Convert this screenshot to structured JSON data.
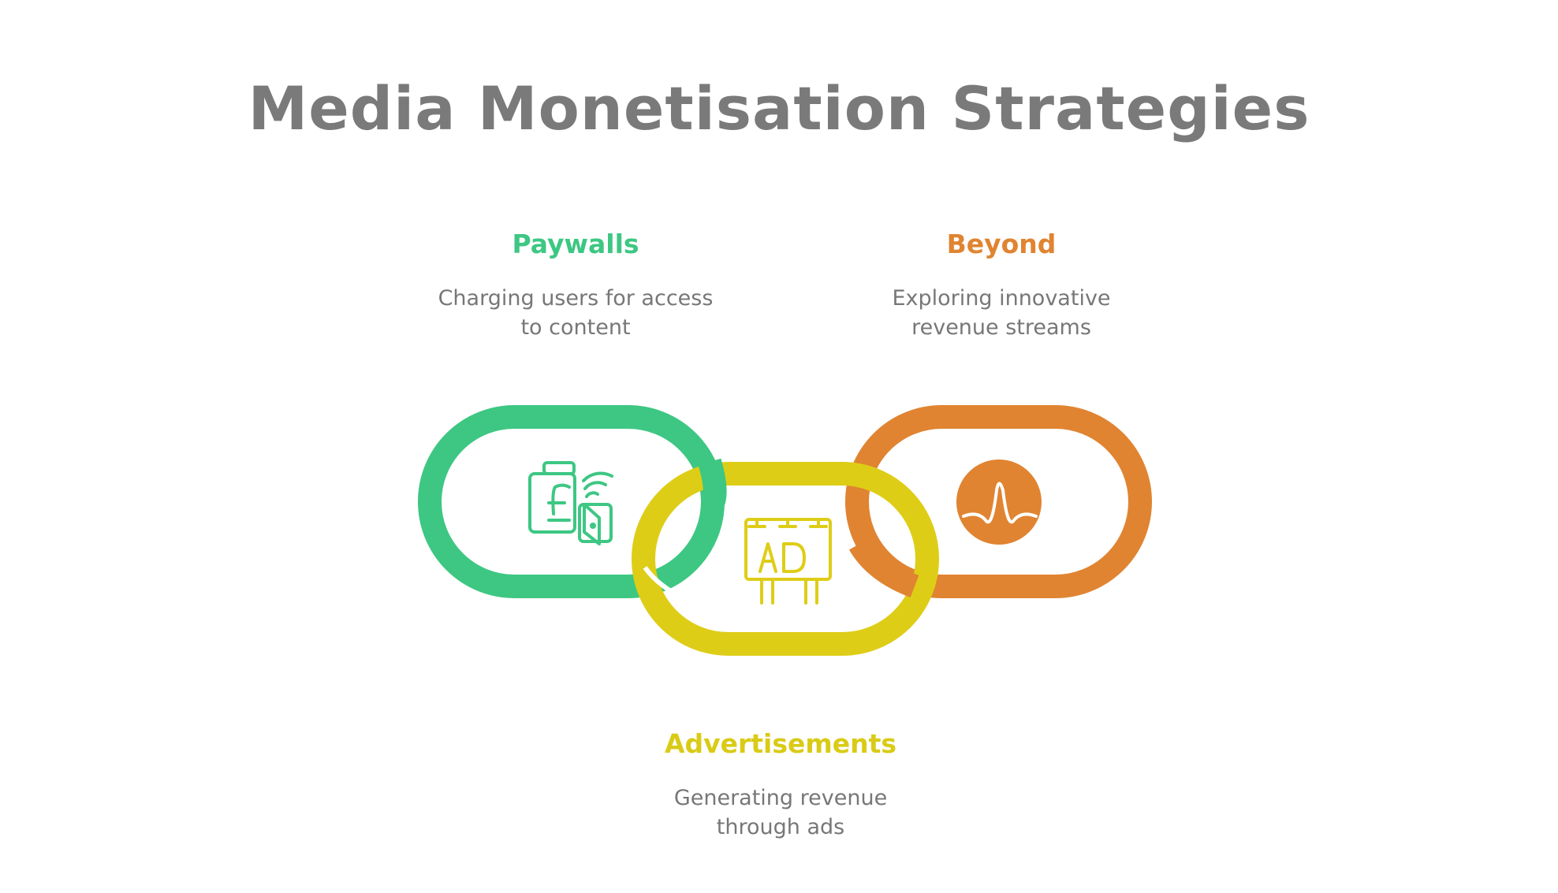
{
  "title": "Media Monetisation Strategies",
  "colors": {
    "paywalls": "#3dc783",
    "advertisements": "#decd17",
    "beyond": "#e08431",
    "text": "#777777",
    "title": "#7a7a7a"
  },
  "items": [
    {
      "id": "paywalls",
      "label": "Paywalls",
      "description_line1": "Charging users for access",
      "description_line2": "to content",
      "icon": "pound-wallet-contactless-icon"
    },
    {
      "id": "advertisements",
      "label": "Advertisements",
      "description_line1": "Generating revenue",
      "description_line2": "through ads",
      "icon": "ad-billboard-icon"
    },
    {
      "id": "beyond",
      "label": "Beyond",
      "description_line1": "Exploring innovative",
      "description_line2": "revenue streams",
      "icon": "signal-peak-icon"
    }
  ]
}
